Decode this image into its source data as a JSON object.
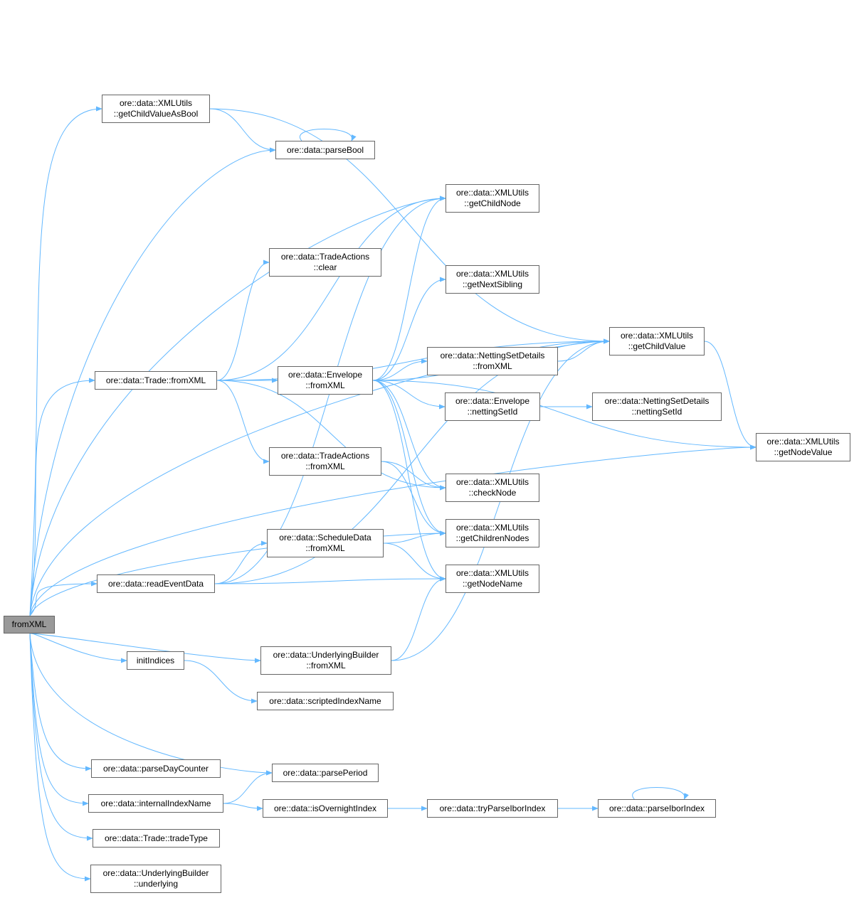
{
  "colors": {
    "edge": "#63b8ff",
    "root_fill": "#999999",
    "node_border": "#666666"
  },
  "nodes": [
    {
      "id": "root",
      "lines": [
        "fromXML"
      ]
    },
    {
      "id": "gcvab",
      "lines": [
        "ore::data::XMLUtils",
        "::getChildValueAsBool"
      ]
    },
    {
      "id": "parseBool",
      "lines": [
        "ore::data::parseBool"
      ]
    },
    {
      "id": "gcn",
      "lines": [
        "ore::data::XMLUtils",
        "::getChildNode"
      ]
    },
    {
      "id": "taclear",
      "lines": [
        "ore::data::TradeActions",
        "::clear"
      ]
    },
    {
      "id": "gns",
      "lines": [
        "ore::data::XMLUtils",
        "::getNextSibling"
      ]
    },
    {
      "id": "gcv",
      "lines": [
        "ore::data::XMLUtils",
        "::getChildValue"
      ]
    },
    {
      "id": "nsdfx",
      "lines": [
        "ore::data::NettingSetDetails",
        "::fromXML"
      ]
    },
    {
      "id": "tradefx",
      "lines": [
        "ore::data::Trade::fromXML"
      ]
    },
    {
      "id": "envfx",
      "lines": [
        "ore::data::Envelope",
        "::fromXML"
      ]
    },
    {
      "id": "envnsid",
      "lines": [
        "ore::data::Envelope",
        "::nettingSetId"
      ]
    },
    {
      "id": "nsdnsid",
      "lines": [
        "ore::data::NettingSetDetails",
        "::nettingSetId"
      ]
    },
    {
      "id": "gnv",
      "lines": [
        "ore::data::XMLUtils",
        "::getNodeValue"
      ]
    },
    {
      "id": "tafx",
      "lines": [
        "ore::data::TradeActions",
        "::fromXML"
      ]
    },
    {
      "id": "cn",
      "lines": [
        "ore::data::XMLUtils",
        "::checkNode"
      ]
    },
    {
      "id": "gchn",
      "lines": [
        "ore::data::XMLUtils",
        "::getChildrenNodes"
      ]
    },
    {
      "id": "sdfx",
      "lines": [
        "ore::data::ScheduleData",
        "::fromXML"
      ]
    },
    {
      "id": "red",
      "lines": [
        "ore::data::readEventData"
      ]
    },
    {
      "id": "gnn",
      "lines": [
        "ore::data::XMLUtils",
        "::getNodeName"
      ]
    },
    {
      "id": "ii",
      "lines": [
        "initIndices"
      ]
    },
    {
      "id": "ubfx",
      "lines": [
        "ore::data::UnderlyingBuilder",
        "::fromXML"
      ]
    },
    {
      "id": "sin",
      "lines": [
        "ore::data::scriptedIndexName"
      ]
    },
    {
      "id": "pdc",
      "lines": [
        "ore::data::parseDayCounter"
      ]
    },
    {
      "id": "pp",
      "lines": [
        "ore::data::parsePeriod"
      ]
    },
    {
      "id": "iin",
      "lines": [
        "ore::data::internalIndexName"
      ]
    },
    {
      "id": "ioi",
      "lines": [
        "ore::data::isOvernightIndex"
      ]
    },
    {
      "id": "tpi",
      "lines": [
        "ore::data::tryParseIborIndex"
      ]
    },
    {
      "id": "pi",
      "lines": [
        "ore::data::parseIborIndex"
      ]
    },
    {
      "id": "tt",
      "lines": [
        "ore::data::Trade::tradeType"
      ]
    },
    {
      "id": "ubu",
      "lines": [
        "ore::data::UnderlyingBuilder",
        "::underlying"
      ]
    }
  ],
  "edges": [
    [
      "root",
      "gcvab"
    ],
    [
      "root",
      "parseBool"
    ],
    [
      "root",
      "gcv"
    ],
    [
      "root",
      "gcn"
    ],
    [
      "root",
      "tradefx"
    ],
    [
      "root",
      "red"
    ],
    [
      "root",
      "ii"
    ],
    [
      "root",
      "ubfx"
    ],
    [
      "root",
      "gchn"
    ],
    [
      "root",
      "gnv"
    ],
    [
      "root",
      "pp"
    ],
    [
      "root",
      "pdc"
    ],
    [
      "root",
      "iin"
    ],
    [
      "root",
      "tt"
    ],
    [
      "root",
      "ubu"
    ],
    [
      "gcvab",
      "parseBool"
    ],
    [
      "gcvab",
      "gcv"
    ],
    [
      "parseBool",
      "parseBool"
    ],
    [
      "tradefx",
      "gcn"
    ],
    [
      "tradefx",
      "taclear"
    ],
    [
      "tradefx",
      "envfx"
    ],
    [
      "tradefx",
      "tafx"
    ],
    [
      "tradefx",
      "gcv"
    ],
    [
      "tradefx",
      "cn"
    ],
    [
      "envfx",
      "gcn"
    ],
    [
      "envfx",
      "gns"
    ],
    [
      "envfx",
      "gcv"
    ],
    [
      "envfx",
      "nsdfx"
    ],
    [
      "envfx",
      "envnsid"
    ],
    [
      "envfx",
      "gnv"
    ],
    [
      "envfx",
      "cn"
    ],
    [
      "envfx",
      "gchn"
    ],
    [
      "envfx",
      "gnn"
    ],
    [
      "nsdfx",
      "gcv"
    ],
    [
      "envnsid",
      "nsdnsid"
    ],
    [
      "gcv",
      "gnv"
    ],
    [
      "tafx",
      "cn"
    ],
    [
      "tafx",
      "gchn"
    ],
    [
      "sdfx",
      "gchn"
    ],
    [
      "sdfx",
      "gnn"
    ],
    [
      "red",
      "sdfx"
    ],
    [
      "red",
      "gnn"
    ],
    [
      "red",
      "gcv"
    ],
    [
      "red",
      "gcn"
    ],
    [
      "ubfx",
      "gnn"
    ],
    [
      "ubfx",
      "gcv"
    ],
    [
      "ii",
      "sin"
    ],
    [
      "iin",
      "pp"
    ],
    [
      "iin",
      "ioi"
    ],
    [
      "ioi",
      "tpi"
    ],
    [
      "tpi",
      "pi"
    ],
    [
      "pi",
      "pi"
    ]
  ]
}
